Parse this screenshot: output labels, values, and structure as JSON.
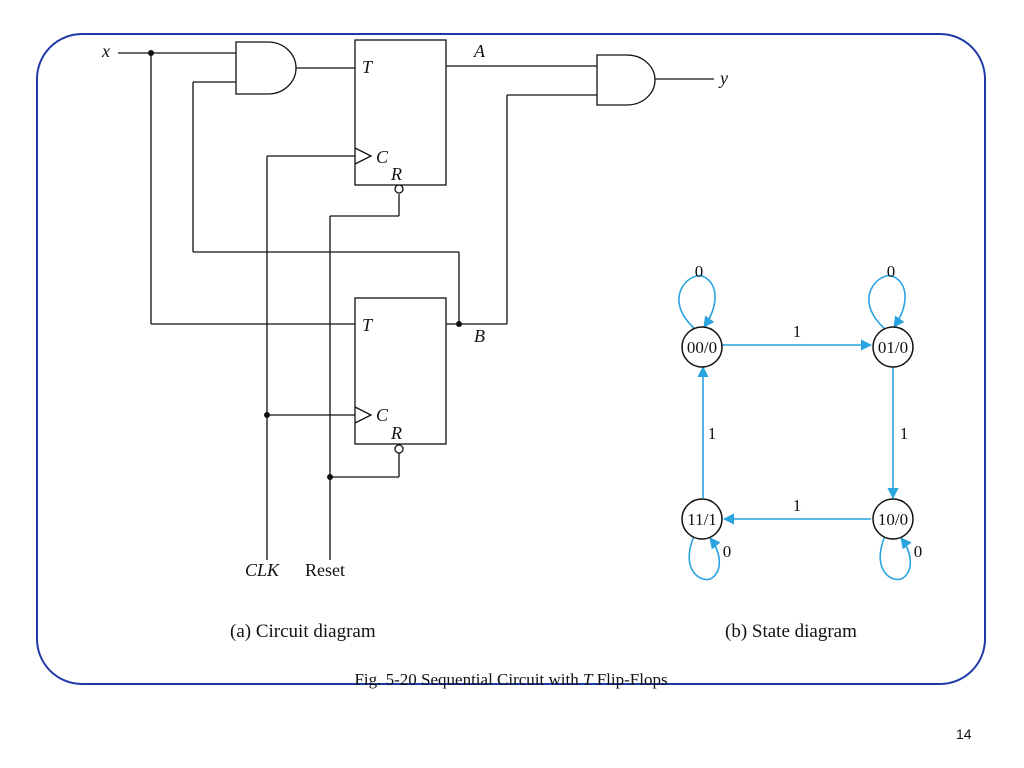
{
  "circuit": {
    "input_x": "x",
    "output_y": "y",
    "flipflop_A": {
      "output": "A",
      "t_input": "T",
      "clock": "C",
      "reset": "R"
    },
    "flipflop_B": {
      "output": "B",
      "t_input": "T",
      "clock": "C",
      "reset": "R"
    },
    "clk_label": "CLK",
    "reset_label": "Reset",
    "caption": "(a) Circuit diagram"
  },
  "state_diagram": {
    "caption": "(b) State diagram",
    "states": [
      "00/0",
      "01/0",
      "10/0",
      "11/1"
    ],
    "transitions": [
      {
        "from": "00/0",
        "to": "00/0",
        "input": "0"
      },
      {
        "from": "00/0",
        "to": "01/0",
        "input": "1"
      },
      {
        "from": "01/0",
        "to": "01/0",
        "input": "0"
      },
      {
        "from": "01/0",
        "to": "10/0",
        "input": "1"
      },
      {
        "from": "10/0",
        "to": "10/0",
        "input": "0"
      },
      {
        "from": "10/0",
        "to": "11/1",
        "input": "1"
      },
      {
        "from": "11/1",
        "to": "11/1",
        "input": "0"
      },
      {
        "from": "11/1",
        "to": "00/0",
        "input": "1"
      }
    ],
    "arrow_color": "#2aa4e0"
  },
  "figure_caption": {
    "prefix": "Fig. 5-20  Sequential Circuit with ",
    "italic": "T",
    "suffix": " Flip-Flops"
  },
  "page_number": "14",
  "frame_color": "#1e3aa8"
}
